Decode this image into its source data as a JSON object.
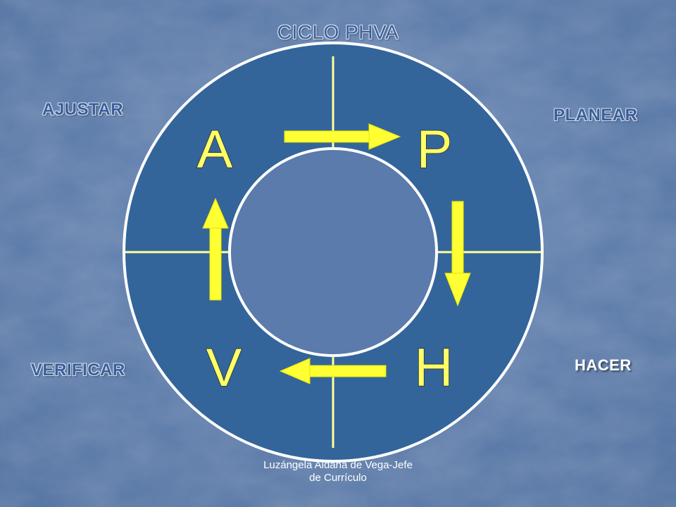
{
  "title": "CICLO PHVA",
  "quadrants": {
    "planear": {
      "label": "PLANEAR",
      "letter": "P"
    },
    "hacer": {
      "label": "HACER",
      "letter": "H"
    },
    "verificar": {
      "label": "VERIFICAR",
      "letter": "V"
    },
    "ajustar": {
      "label": "AJUSTAR",
      "letter": "A"
    }
  },
  "footer": {
    "line1": "Luzángela Aldana de Vega-Jefe",
    "line2": "de Currículo"
  },
  "colors": {
    "background": "#5a7bab",
    "ring": "#33659b",
    "ring_border": "#ffffff",
    "divider": "#ffff99",
    "arrow": "#ffff33",
    "letter": "#ffff66",
    "label_blue": "#3a5f9c"
  }
}
